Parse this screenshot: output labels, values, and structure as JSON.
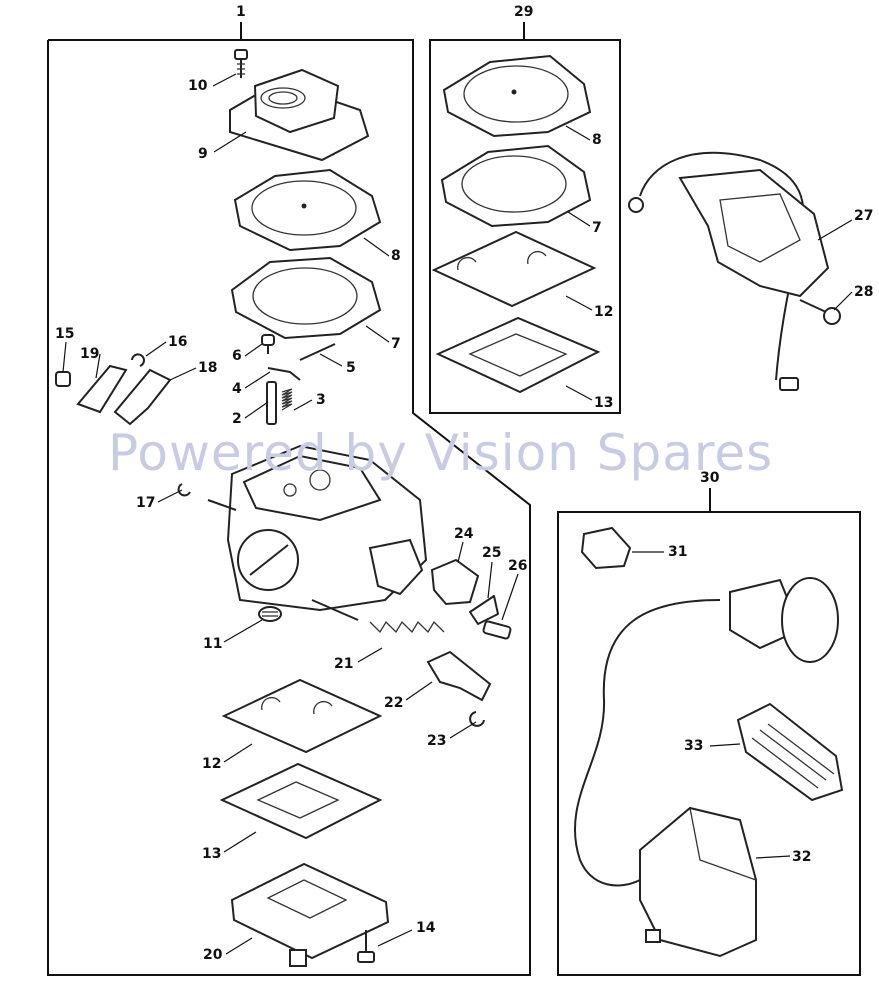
{
  "watermark": "Powered by Vision Spares",
  "groups": {
    "g1": "1",
    "g29": "29",
    "g30": "30"
  },
  "parts": {
    "p2": "2",
    "p3": "3",
    "p4": "4",
    "p5": "5",
    "p6": "6",
    "p7a": "7",
    "p7b": "7",
    "p8a": "8",
    "p8b": "8",
    "p9": "9",
    "p10": "10",
    "p11": "11",
    "p12a": "12",
    "p12b": "12",
    "p13a": "13",
    "p13b": "13",
    "p14": "14",
    "p15": "15",
    "p16": "16",
    "p17": "17",
    "p18": "18",
    "p19": "19",
    "p20": "20",
    "p21": "21",
    "p22": "22",
    "p23": "23",
    "p24": "24",
    "p25": "25",
    "p26": "26",
    "p27": "27",
    "p28": "28",
    "p31": "31",
    "p32": "32",
    "p33": "33"
  }
}
